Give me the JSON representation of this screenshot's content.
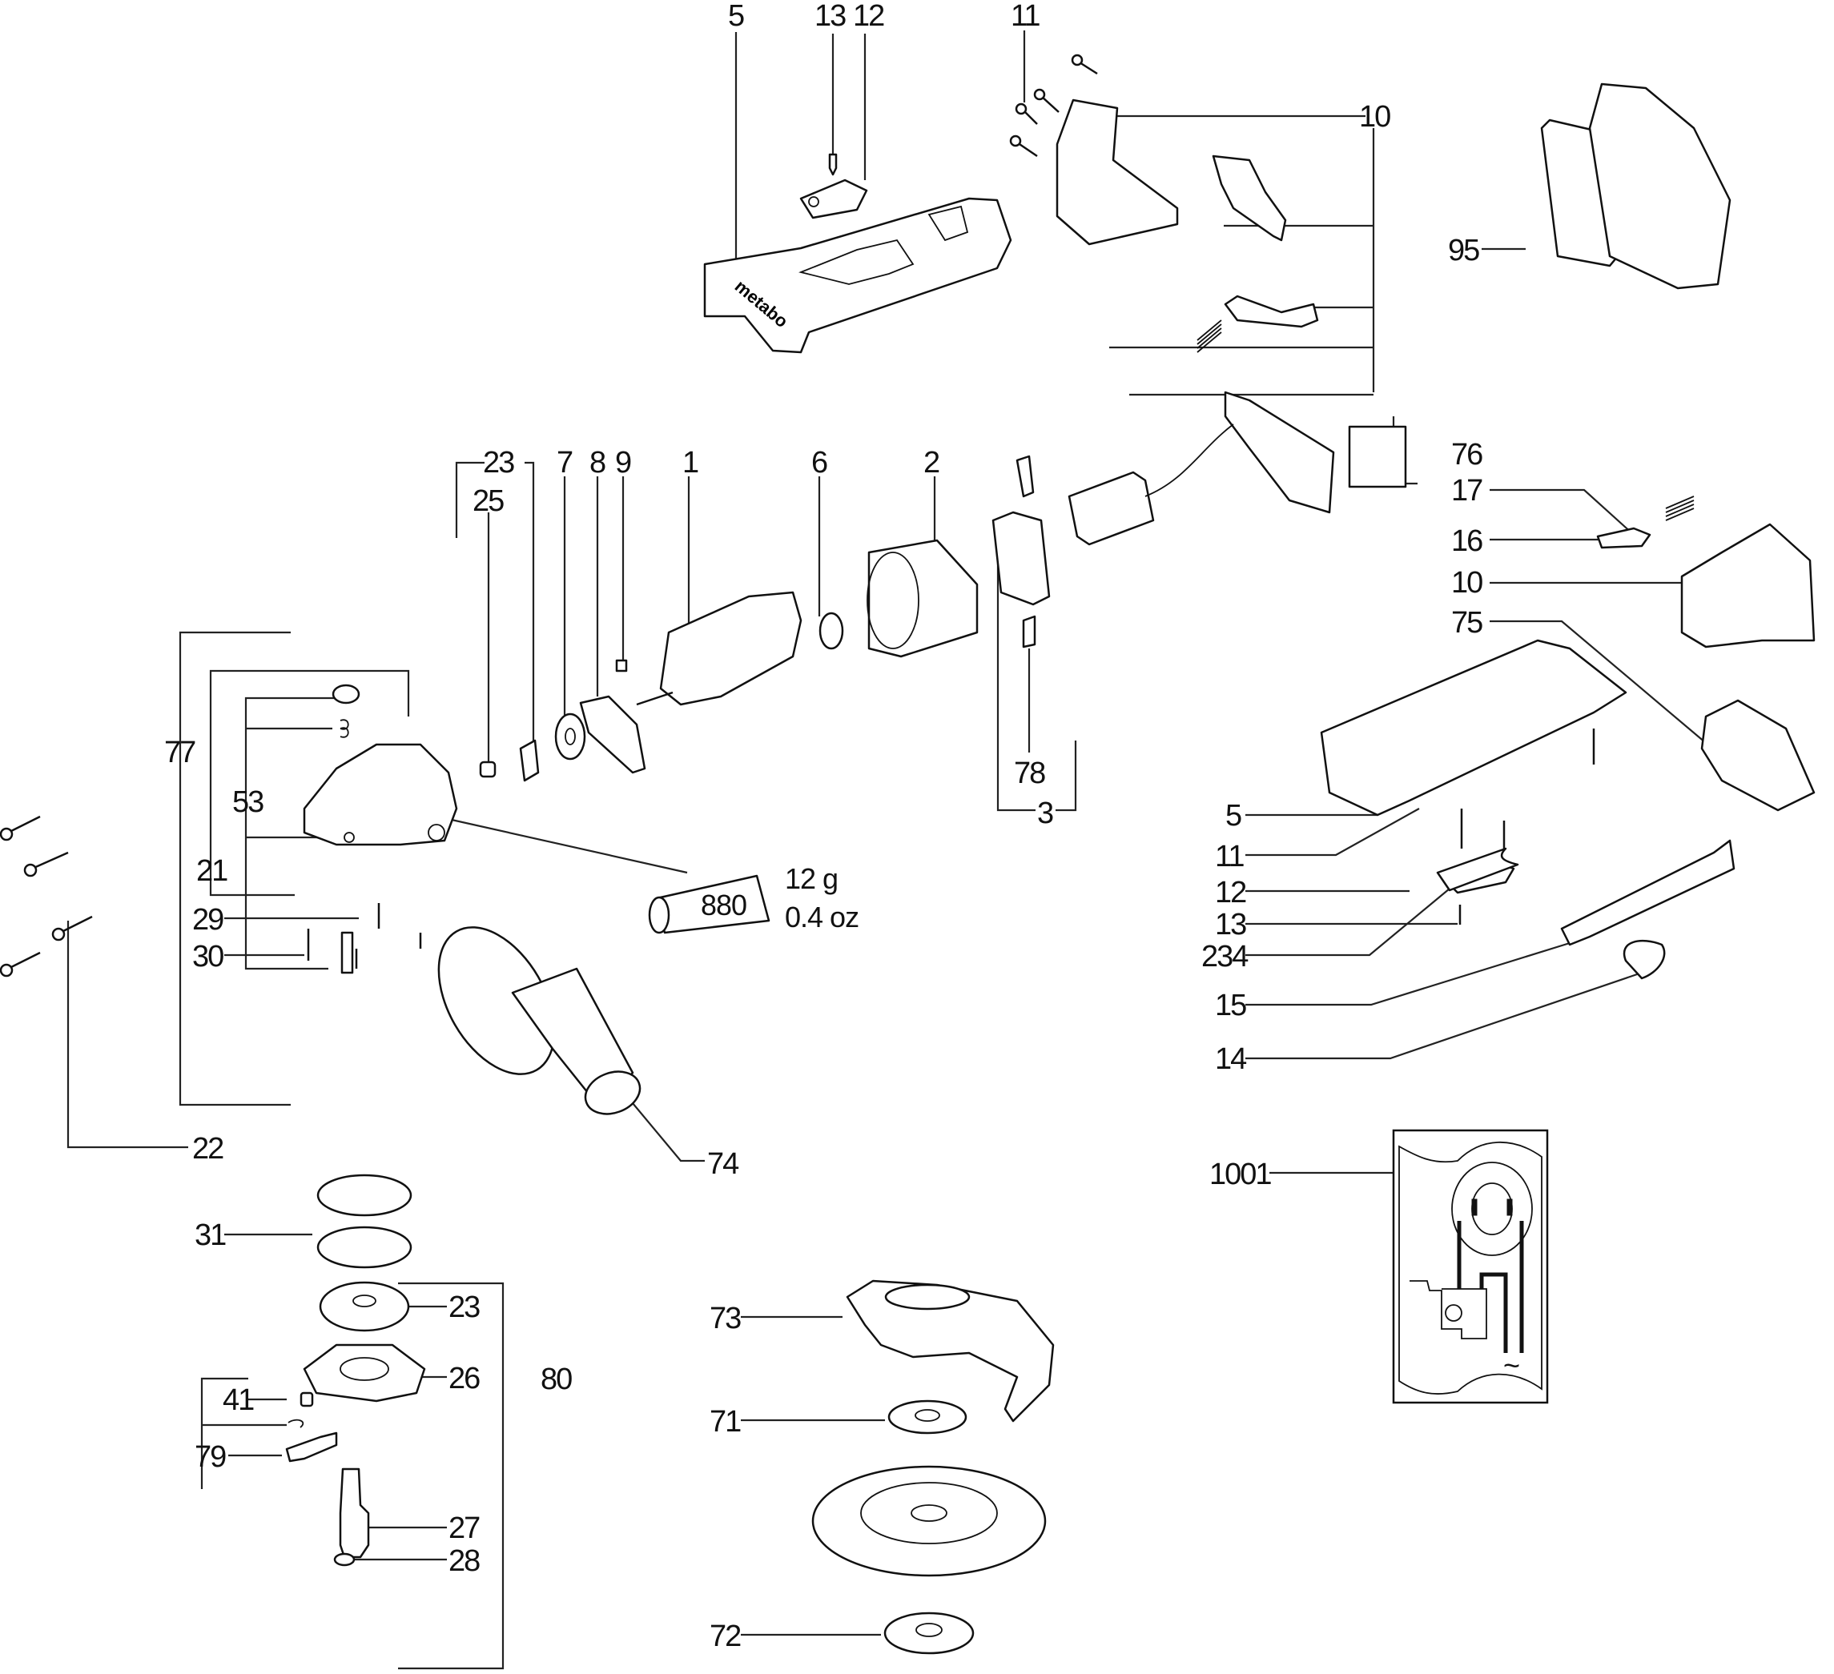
{
  "diagram": {
    "type": "exploded-parts-diagram",
    "brand_marking": "metabo",
    "callouts": [
      {
        "id": "c5-top",
        "label": "5"
      },
      {
        "id": "c13-top",
        "label": "13"
      },
      {
        "id": "c12-top",
        "label": "12"
      },
      {
        "id": "c11-top",
        "label": "11"
      },
      {
        "id": "c10-top",
        "label": "10"
      },
      {
        "id": "c95",
        "label": "95"
      },
      {
        "id": "c23-top",
        "label": "23"
      },
      {
        "id": "c25",
        "label": "25"
      },
      {
        "id": "c7",
        "label": "7"
      },
      {
        "id": "c8",
        "label": "8"
      },
      {
        "id": "c9",
        "label": "9"
      },
      {
        "id": "c1",
        "label": "1"
      },
      {
        "id": "c6",
        "label": "6"
      },
      {
        "id": "c2",
        "label": "2"
      },
      {
        "id": "c76",
        "label": "76"
      },
      {
        "id": "c17",
        "label": "17"
      },
      {
        "id": "c16",
        "label": "16"
      },
      {
        "id": "c10-right",
        "label": "10"
      },
      {
        "id": "c75",
        "label": "75"
      },
      {
        "id": "c78",
        "label": "78"
      },
      {
        "id": "c3",
        "label": "3"
      },
      {
        "id": "c77",
        "label": "77"
      },
      {
        "id": "c53",
        "label": "53"
      },
      {
        "id": "c21",
        "label": "21"
      },
      {
        "id": "c29",
        "label": "29"
      },
      {
        "id": "c30",
        "label": "30"
      },
      {
        "id": "c22",
        "label": "22"
      },
      {
        "id": "c74",
        "label": "74"
      },
      {
        "id": "c5-right",
        "label": "5"
      },
      {
        "id": "c11-right",
        "label": "11"
      },
      {
        "id": "c12-right",
        "label": "12"
      },
      {
        "id": "c13-right",
        "label": "13"
      },
      {
        "id": "c234",
        "label": "234"
      },
      {
        "id": "c15",
        "label": "15"
      },
      {
        "id": "c14",
        "label": "14"
      },
      {
        "id": "c1001",
        "label": "1001"
      },
      {
        "id": "c31",
        "label": "31"
      },
      {
        "id": "c23-bottom",
        "label": "23"
      },
      {
        "id": "c80",
        "label": "80"
      },
      {
        "id": "c26",
        "label": "26"
      },
      {
        "id": "c41",
        "label": "41"
      },
      {
        "id": "c79",
        "label": "79"
      },
      {
        "id": "c27",
        "label": "27"
      },
      {
        "id": "c28",
        "label": "28"
      },
      {
        "id": "c73",
        "label": "73"
      },
      {
        "id": "c71",
        "label": "71"
      },
      {
        "id": "c72",
        "label": "72"
      }
    ],
    "grease_tube": {
      "label": "880",
      "weight_g": "12 g",
      "weight_oz": "0.4 oz"
    },
    "wiring_inset": {
      "symbol": "~"
    }
  }
}
